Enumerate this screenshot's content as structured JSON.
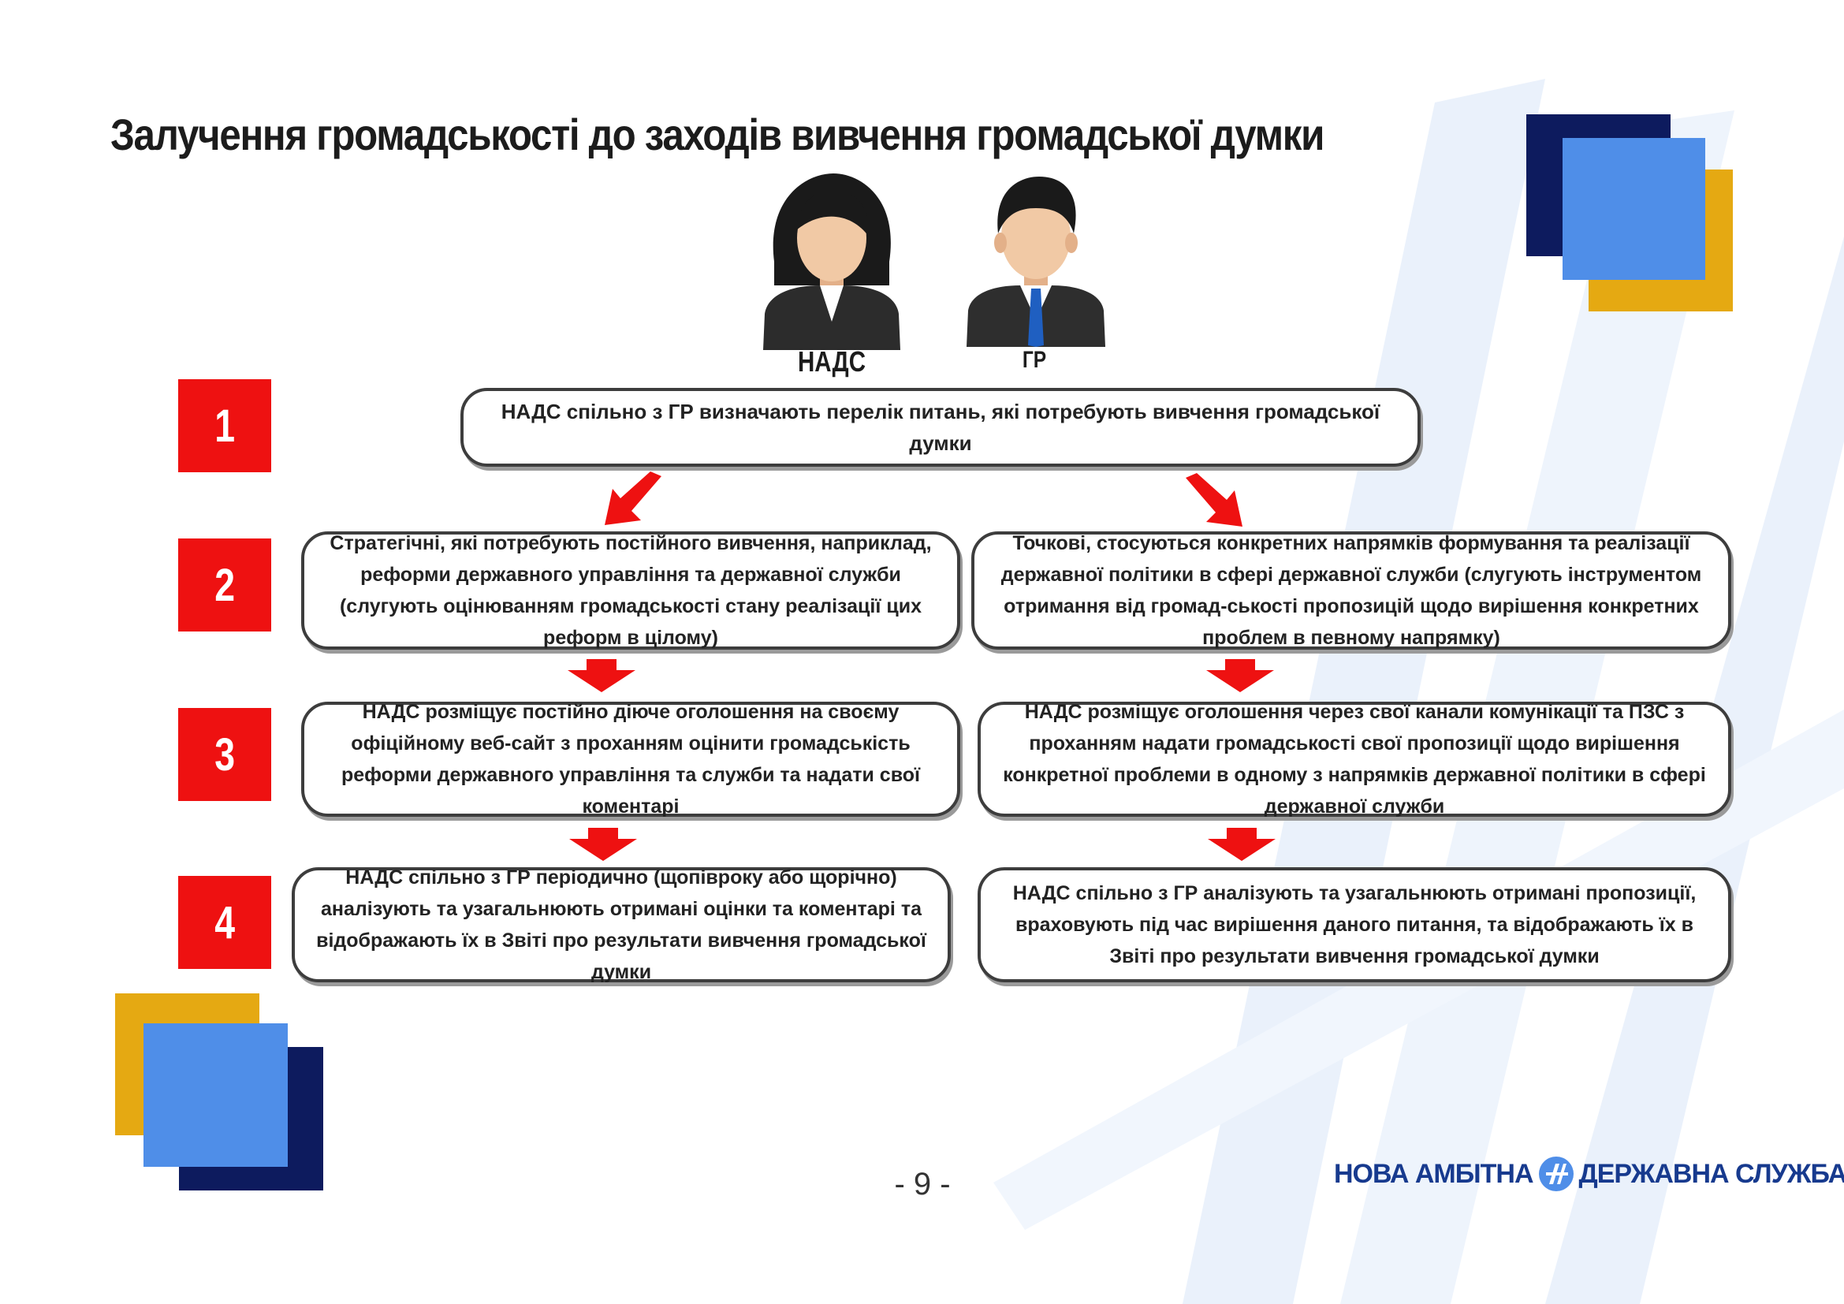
{
  "title": "Залучення громадськості до заходів вивчення громадської думки",
  "actors": [
    {
      "label": "НАДС",
      "icon": "woman-avatar-icon"
    },
    {
      "label": "ГР",
      "icon": "man-avatar-icon"
    }
  ],
  "steps": [
    {
      "number": "1",
      "text": "НАДС спільно з ГР визначають перелік питань, які потребують вивчення громадської думки"
    },
    {
      "number": "2"
    },
    {
      "number": "3"
    },
    {
      "number": "4"
    }
  ],
  "branches": {
    "left": [
      "Стратегічні, які потребують постійного вивчення, наприклад, реформи державного управління та державної служби (слугують оцінюванням громадськості стану реалізації цих реформ в цілому)",
      "НАДС розміщує постійно діюче оголошення на своєму офіційному веб-сайт з проханням оцінити громадськість реформи державного управління та служби та надати свої коментарі",
      "НАДС спільно з ГР періодично (щопівроку або щорічно) аналізують та узагальнюють отримані оцінки та коментарі та відображають їх в Звіті про результати вивчення громадської думки"
    ],
    "right": [
      "Точкові, стосуються конкретних напрямків формування та реалізації державної політики в сфері державної служби (слугують інструментом отримання від громад-ськості пропозицій щодо вирішення конкретних проблем в певному напрямку)",
      "НАДС розміщує оголошення через свої канали комунікації та ПЗС з проханням надати громадськості свої пропозиції щодо вирішення конкретної проблеми в одному з напрямків державної політики в сфері державної служби",
      "НАДС спільно з ГР аналізують та узагальнюють отримані пропозиції, враховують під час вирішення даного питання, та відображають їх в Звіті про результати вивчення громадської думки"
    ]
  },
  "page_number": "- 9 -",
  "brand": {
    "part1": "НОВА АМБІТНА",
    "part2": "ДЕРЖАВНА СЛУЖБА",
    "logo": "brand-logo-icon"
  },
  "colors": {
    "accent_red": "#ee1111",
    "navy": "#0d1b5e",
    "light_blue": "#4f8ee8",
    "gold": "#e5a912",
    "bg_stripe": "#eaf1fb",
    "brand_blue": "#173a8e"
  }
}
